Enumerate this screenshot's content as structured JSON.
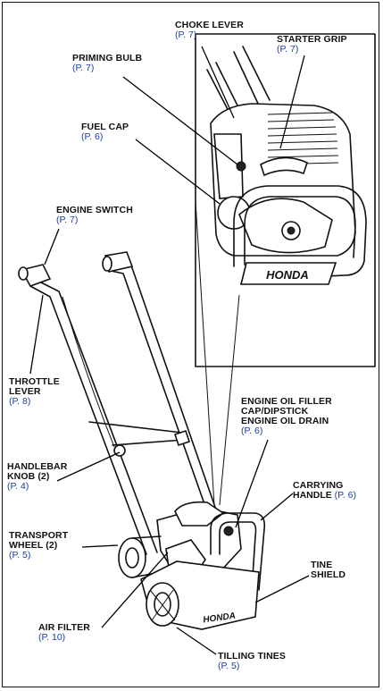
{
  "labels": {
    "choke": {
      "title": "CHOKE LEVER",
      "page": "(P. 7)"
    },
    "starter": {
      "title": "STARTER GRIP",
      "page": "(P. 7)"
    },
    "priming": {
      "title": "PRIMING BULB",
      "page": "(P. 7)"
    },
    "fuelcap": {
      "title": "FUEL CAP",
      "page": "(P. 6)"
    },
    "engsw": {
      "title": "ENGINE SWITCH",
      "page": "(P. 7)"
    },
    "throttle": {
      "line1": "THROTTLE",
      "line2": "LEVER",
      "page": "(P. 8)"
    },
    "oil": {
      "line1": "ENGINE OIL FILLER",
      "line2": "CAP/DIPSTICK",
      "line3": "ENGINE OIL DRAIN",
      "page": "(P. 6)"
    },
    "knob": {
      "line1": "HANDLEBAR",
      "line2": "KNOB (2)",
      "page": "(P. 4)"
    },
    "carrying": {
      "line1": "CARRYING",
      "line2": "HANDLE",
      "page": "(P. 6)"
    },
    "transport": {
      "line1": "TRANSPORT",
      "line2": "WHEEL (2)",
      "page": "(P. 5)"
    },
    "tine": {
      "line1": "TINE",
      "line2": "SHIELD"
    },
    "airfilter": {
      "title": "AIR FILTER",
      "page": "(P. 10)"
    },
    "tilling": {
      "title": "TILLING TINES",
      "page": "(P. 5)"
    }
  },
  "brand": "HONDA",
  "colors": {
    "page_ref": "#1a3e9e",
    "ink": "#111111"
  }
}
